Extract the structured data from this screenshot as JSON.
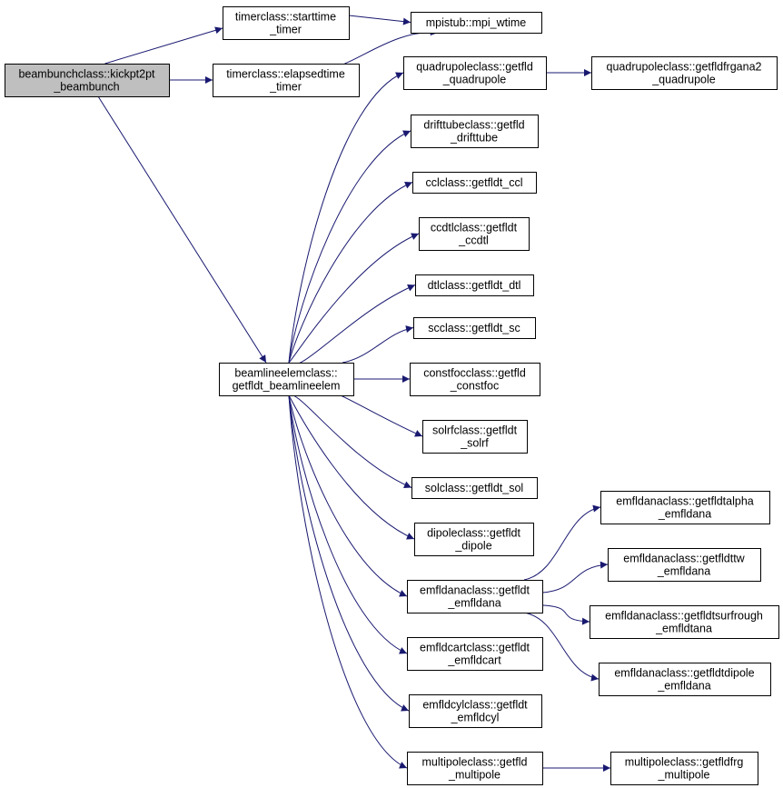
{
  "colors": {
    "edge": "#191970",
    "node_fill": "#ffffff",
    "root_fill": "#bfbfbf",
    "border": "#000000"
  },
  "nodes": [
    {
      "id": "kickpt2pt",
      "lines": [
        "beambunchclass::kickpt2pt",
        "_beambunch"
      ],
      "root": true
    },
    {
      "id": "starttime",
      "lines": [
        "timerclass::starttime",
        "_timer"
      ]
    },
    {
      "id": "elapsedtime",
      "lines": [
        "timerclass::elapsedtime",
        "_timer"
      ]
    },
    {
      "id": "mpi_wtime",
      "lines": [
        "mpistub::mpi_wtime"
      ]
    },
    {
      "id": "getfld_quadrupole",
      "lines": [
        "quadrupoleclass::getfld",
        "_quadrupole"
      ]
    },
    {
      "id": "getfldfrgana2",
      "lines": [
        "quadrupoleclass::getfldfrgana2",
        "_quadrupole"
      ]
    },
    {
      "id": "getfld_drifttube",
      "lines": [
        "drifttubeclass::getfld",
        "_drifttube"
      ]
    },
    {
      "id": "getfldt_ccl",
      "lines": [
        "cclclass::getfldt_ccl"
      ]
    },
    {
      "id": "getfldt_ccdtl",
      "lines": [
        "ccdtlclass::getfldt",
        "_ccdtl"
      ]
    },
    {
      "id": "getfldt_dtl",
      "lines": [
        "dtlclass::getfldt_dtl"
      ]
    },
    {
      "id": "getfldt_sc",
      "lines": [
        "scclass::getfldt_sc"
      ]
    },
    {
      "id": "getfldt_beamlineelem",
      "lines": [
        "beamlineelemclass::",
        "getfldt_beamlineelem"
      ]
    },
    {
      "id": "getfld_constfoc",
      "lines": [
        "constfocclass::getfld",
        "_constfoc"
      ]
    },
    {
      "id": "getfldt_solrf",
      "lines": [
        "solrfclass::getfldt",
        "_solrf"
      ]
    },
    {
      "id": "getfldt_sol",
      "lines": [
        "solclass::getfldt_sol"
      ]
    },
    {
      "id": "getfldt_dipole",
      "lines": [
        "dipoleclass::getfldt",
        "_dipole"
      ]
    },
    {
      "id": "getfldt_emfldana",
      "lines": [
        "emfldanaclass::getfldt",
        "_emfldana"
      ]
    },
    {
      "id": "getfldtalpha",
      "lines": [
        "emfldanaclass::getfldtalpha",
        "_emfldana"
      ]
    },
    {
      "id": "getfldttw",
      "lines": [
        "emfldanaclass::getfldttw",
        "_emfldana"
      ]
    },
    {
      "id": "getfldtsurfrough",
      "lines": [
        "emfldanaclass::getfldtsurfrough",
        "_emfldtana"
      ]
    },
    {
      "id": "getfldtdipole",
      "lines": [
        "emfldanaclass::getfldtdipole",
        "_emfldana"
      ]
    },
    {
      "id": "getfldt_emfldcart",
      "lines": [
        "emfldcartclass::getfldt",
        "_emfldcart"
      ]
    },
    {
      "id": "getfldt_emfldcyl",
      "lines": [
        "emfldcylclass::getfldt",
        "_emfldcyl"
      ]
    },
    {
      "id": "getfld_multipole",
      "lines": [
        "multipoleclass::getfld",
        "_multipole"
      ]
    },
    {
      "id": "getfldfrg_multipole",
      "lines": [
        "multipoleclass::getfldfrg",
        "_multipole"
      ]
    }
  ],
  "edges": [
    {
      "from": "kickpt2pt",
      "to": "starttime"
    },
    {
      "from": "kickpt2pt",
      "to": "elapsedtime"
    },
    {
      "from": "kickpt2pt",
      "to": "getfldt_beamlineelem"
    },
    {
      "from": "starttime",
      "to": "mpi_wtime"
    },
    {
      "from": "elapsedtime",
      "to": "mpi_wtime"
    },
    {
      "from": "getfld_quadrupole",
      "to": "getfldfrgana2"
    },
    {
      "from": "getfldt_beamlineelem",
      "to": "getfld_quadrupole"
    },
    {
      "from": "getfldt_beamlineelem",
      "to": "getfld_drifttube"
    },
    {
      "from": "getfldt_beamlineelem",
      "to": "getfldt_ccl"
    },
    {
      "from": "getfldt_beamlineelem",
      "to": "getfldt_ccdtl"
    },
    {
      "from": "getfldt_beamlineelem",
      "to": "getfldt_dtl"
    },
    {
      "from": "getfldt_beamlineelem",
      "to": "getfldt_sc"
    },
    {
      "from": "getfldt_beamlineelem",
      "to": "getfld_constfoc"
    },
    {
      "from": "getfldt_beamlineelem",
      "to": "getfldt_solrf"
    },
    {
      "from": "getfldt_beamlineelem",
      "to": "getfldt_sol"
    },
    {
      "from": "getfldt_beamlineelem",
      "to": "getfldt_dipole"
    },
    {
      "from": "getfldt_beamlineelem",
      "to": "getfldt_emfldana"
    },
    {
      "from": "getfldt_beamlineelem",
      "to": "getfldt_emfldcart"
    },
    {
      "from": "getfldt_beamlineelem",
      "to": "getfldt_emfldcyl"
    },
    {
      "from": "getfldt_beamlineelem",
      "to": "getfld_multipole"
    },
    {
      "from": "getfldt_emfldana",
      "to": "getfldtalpha"
    },
    {
      "from": "getfldt_emfldana",
      "to": "getfldttw"
    },
    {
      "from": "getfldt_emfldana",
      "to": "getfldtsurfrough"
    },
    {
      "from": "getfldt_emfldana",
      "to": "getfldtdipole"
    },
    {
      "from": "getfld_multipole",
      "to": "getfldfrg_multipole"
    }
  ]
}
